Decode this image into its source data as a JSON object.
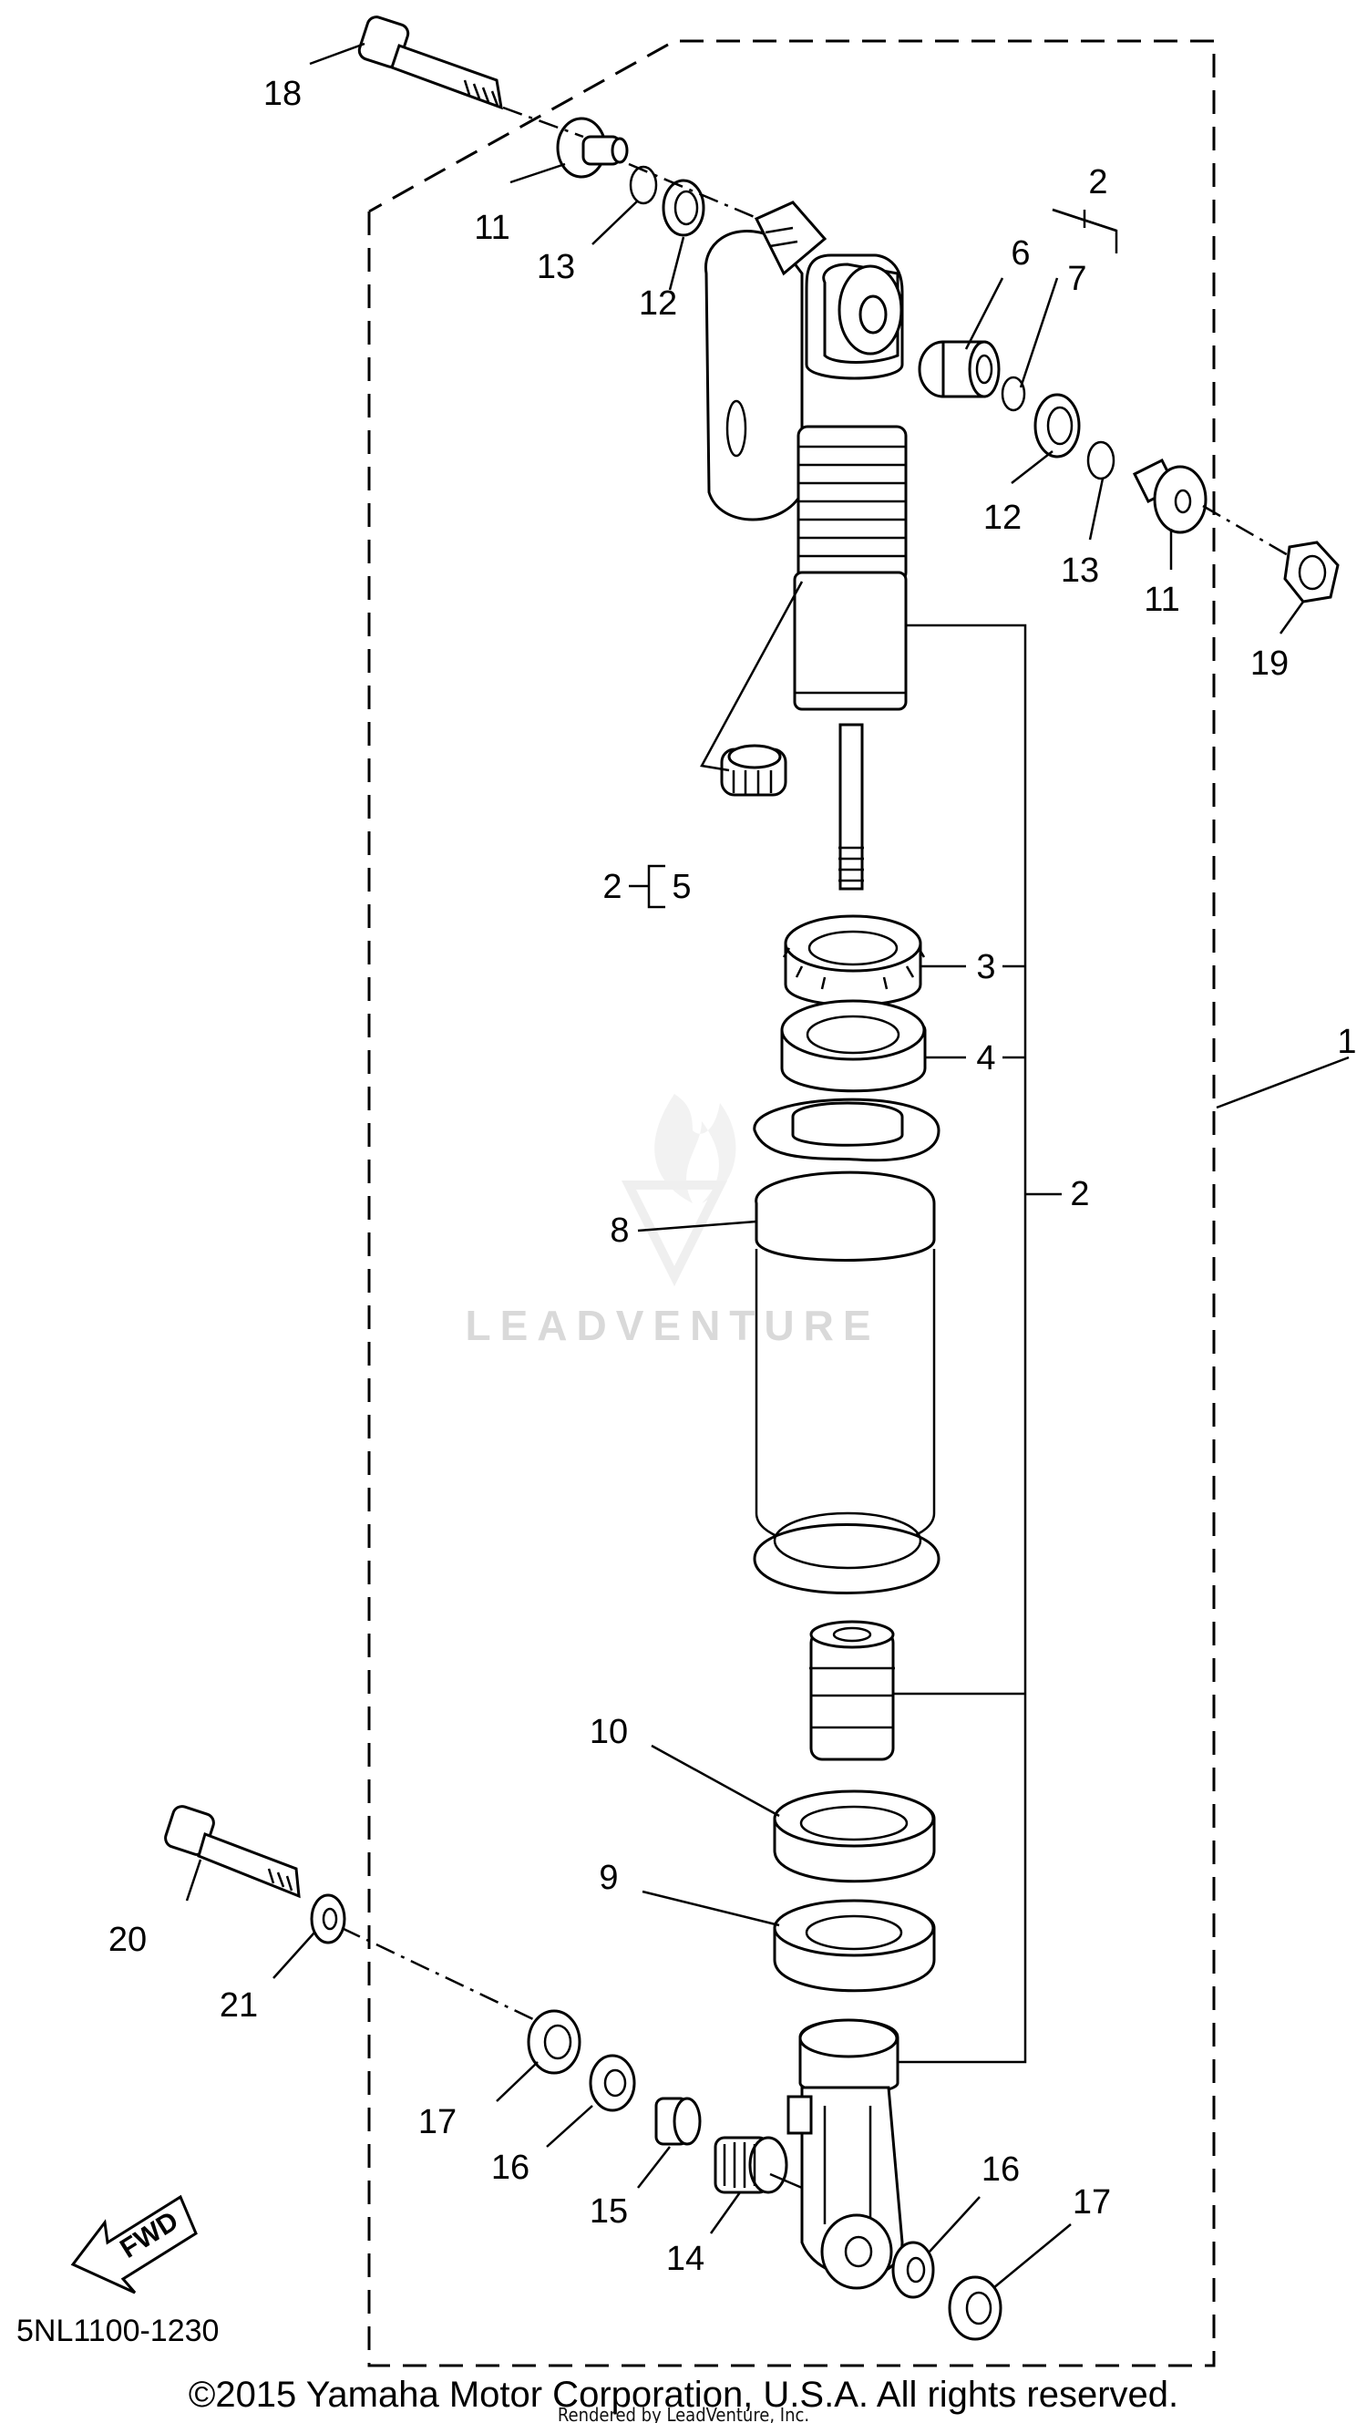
{
  "diagram": {
    "callouts": {
      "c1": "1",
      "c2_top": "2",
      "c6": "6",
      "c7": "7",
      "c2_bracket": "2",
      "c5": "5",
      "c3": "3",
      "c4": "4",
      "c2_mid": "2",
      "c8": "8",
      "c9": "9",
      "c10": "10",
      "c11_left": "11",
      "c11_right": "11",
      "c12_left": "12",
      "c12_right": "12",
      "c13_left": "13",
      "c13_right": "13",
      "c14": "14",
      "c15": "15",
      "c16_left": "16",
      "c16_right": "16",
      "c17_left": "17",
      "c17_right": "17",
      "c18": "18",
      "c19": "19",
      "c20": "20",
      "c21": "21"
    },
    "fwd_label": "FWD",
    "diagram_code": "5NL1100-1230",
    "watermark": "LEADVENTURE",
    "copyright": "©2015 Yamaha Motor Corporation, U.S.A. All rights reserved.",
    "rendered_by": "Rendered by LeadVenture, Inc."
  }
}
